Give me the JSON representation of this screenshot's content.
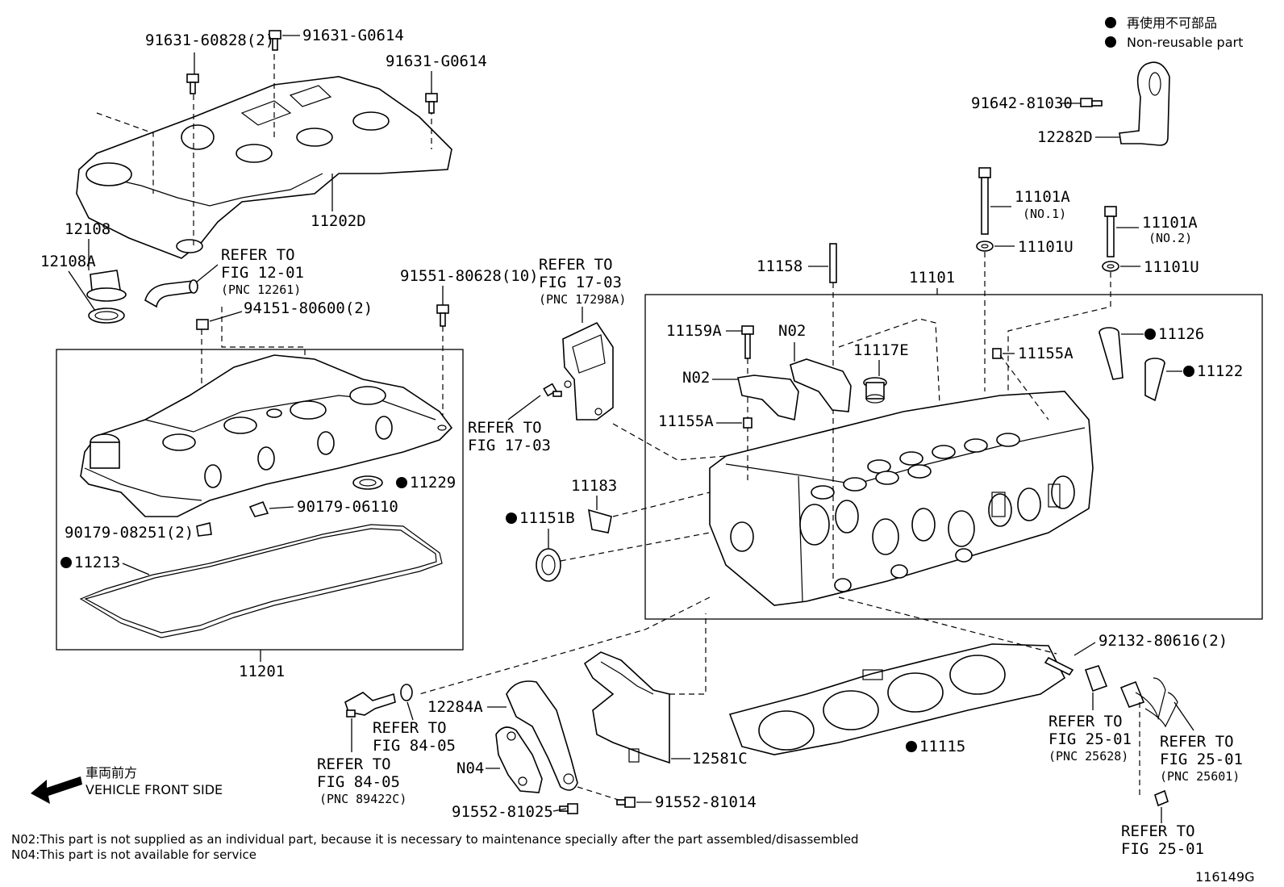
{
  "legend": {
    "line_jp": "再使用不可部品",
    "line_en": "Non-reusable part"
  },
  "labels": {
    "p91631_60828": "91631-60828(2)",
    "p91631_g0614_a": "91631-G0614",
    "p91631_g0614_b": "91631-G0614",
    "p11202d": "11202D",
    "p12108": "12108",
    "p12108a": "12108A",
    "refer_12_01": [
      "REFER TO",
      "FIG 12-01",
      "(PNC 12261)"
    ],
    "p94151": "94151-80600(2)",
    "p91551": "91551-80628(10)",
    "refer_17_03a": [
      "REFER TO",
      "FIG 17-03",
      "(PNC 17298A)"
    ],
    "refer_17_03b": [
      "REFER TO",
      "FIG 17-03"
    ],
    "p11229": "11229",
    "p90179_06110": "90179-06110",
    "p90179_08251": "90179-08251(2)",
    "p11213": "11213",
    "p11201": "11201",
    "p11183": "11183",
    "p11151b": "11151B",
    "p91642": "91642-81030",
    "p12282d": "12282D",
    "p11101a_1": "11101A",
    "p11101a_1_no": "(NO.1)",
    "p11101u_1": "11101U",
    "p11101a_2": "11101A",
    "p11101a_2_no": "(NO.2)",
    "p11101u_2": "11101U",
    "p11158": "11158",
    "p11101": "11101",
    "p11159a": "11159A",
    "pN02_a": "N02",
    "pN02_b": "N02",
    "p11117e": "11117E",
    "p11155a_a": "11155A",
    "p11155a_b": "11155A",
    "p11126": "11126",
    "p11122": "11122",
    "p92132": "92132-80616(2)",
    "refer_25_01a": [
      "REFER TO",
      "FIG 25-01",
      "(PNC 25628)"
    ],
    "refer_25_01b": [
      "REFER TO",
      "FIG 25-01",
      "(PNC 25601)"
    ],
    "refer_25_01c": [
      "REFER TO",
      "FIG 25-01"
    ],
    "p11115": "11115",
    "p12581c": "12581C",
    "p12284a": "12284A",
    "pN04": "N04",
    "p91552_81025": "91552-81025",
    "p91552_81014": "91552-81014",
    "refer_84_05a": [
      "REFER TO",
      "FIG 84-05"
    ],
    "refer_84_05b": [
      "REFER TO",
      "FIG 84-05",
      "(PNC 89422C)"
    ]
  },
  "front": {
    "jp": "車両前方",
    "en": "VEHICLE FRONT SIDE"
  },
  "notes": {
    "n02": "N02:This part is not supplied as an individual part, because it is necessary to maintenance specially after the part assembled/disassembled",
    "n04": "N04:This part is not available for service"
  },
  "figure_id": "116149G"
}
